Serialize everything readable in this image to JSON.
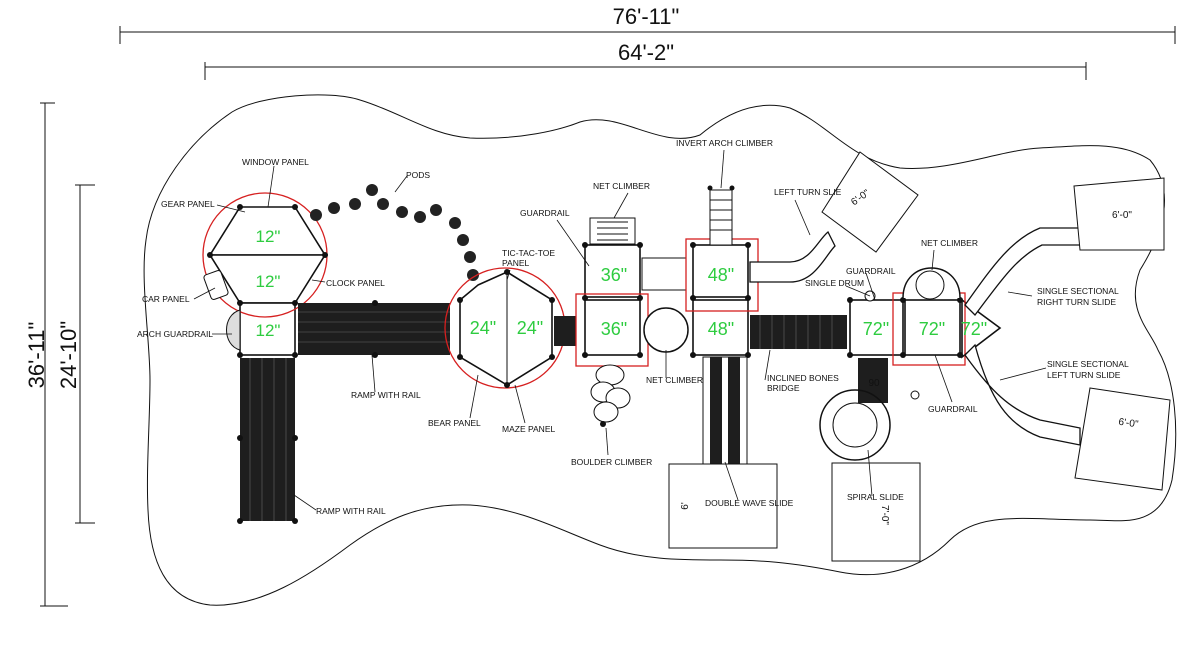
{
  "dimensions": {
    "overall_width": "76'-11\"",
    "inner_width": "64'-2\"",
    "overall_depth": "36'-11\"",
    "inner_depth": "24'-10\""
  },
  "decks": {
    "left_top": "12\"",
    "left_mid": "12\"",
    "left_bottom": "12\"",
    "hex_left": "24\"",
    "hex_right": "24\"",
    "d36_top": "36\"",
    "d36_bottom": "36\"",
    "d48_top": "48\"",
    "d48_bottom": "48\"",
    "d72_left": "72\"",
    "d72_mid": "72\"",
    "d72_right": "72\"",
    "spiral_tag": "90"
  },
  "labels": {
    "window_panel": "WINDOW PANEL",
    "pods": "PODS",
    "gear_panel": "GEAR PANEL",
    "clock_panel": "CLOCK PANEL",
    "car_panel": "CAR PANEL",
    "arch_guardrail": "ARCH GUARDRAIL",
    "ramp_with_rail_1": "RAMP WITH RAIL",
    "ramp_with_rail_2": "RAMP WITH RAIL",
    "bear_panel": "BEAR PANEL",
    "maze_panel": "MAZE PANEL",
    "tic_tac_toe_1": "TIC-TAC-TOE",
    "tic_tac_toe_2": "PANEL",
    "guardrail_1": "GUARDRAIL",
    "net_climber_1": "NET CLIMBER",
    "net_climber_2": "NET CLIMBER",
    "net_climber_3": "NET CLIMBER",
    "boulder_climber": "BOULDER CLIMBER",
    "invert_arch_climber": "INVERT ARCH CLIMBER",
    "left_turn_slide": "LEFT TURN SLIE",
    "single_drum": "SINGLE DRUM",
    "guardrail_2": "GUARDRAIL",
    "guardrail_3": "GUARDRAIL",
    "inclined_bones_1": "INCLINED BONES",
    "inclined_bones_2": "BRIDGE",
    "double_wave_slide": "DOUBLE WAVE SLIDE",
    "spiral_slide": "SPIRAL SLIDE",
    "single_sectional_right_1": "SINGLE SECTIONAL",
    "single_sectional_right_2": "RIGHT TURN SLIDE",
    "single_sectional_left_1": "SINGLE SECTIONAL",
    "single_sectional_left_2": "LEFT TURN SLIDE"
  },
  "use_zones": {
    "left_turn_zone": "6'-0\"",
    "right_turn_zone": "6'-0\"",
    "left_turn_bottom_zone": "6'-0\"",
    "double_wave_zone": "6'",
    "spiral_zone": "7'-0\""
  }
}
